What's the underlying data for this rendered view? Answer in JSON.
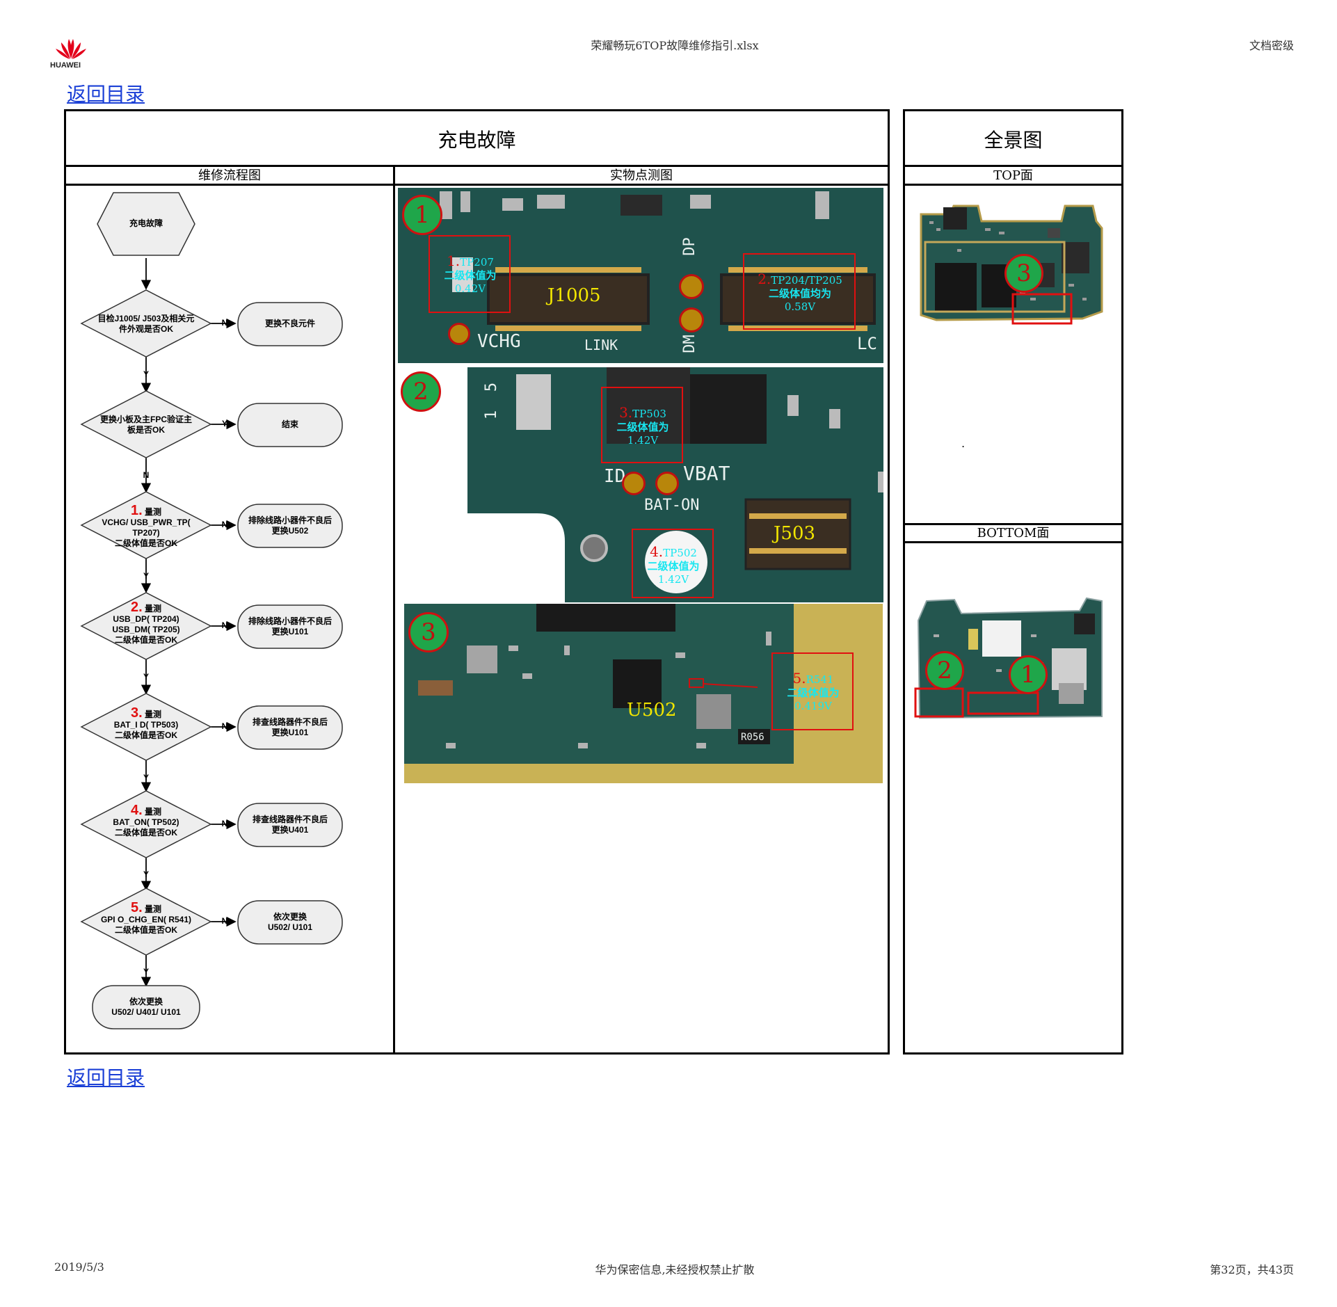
{
  "header": {
    "logo_text": "HUAWEI",
    "doc_title": "荣耀畅玩6TOP故障维修指引.xlsx",
    "security_level": "文档密级"
  },
  "nav": {
    "back_link_top": "返回目录",
    "back_link_bottom": "返回目录"
  },
  "main": {
    "title": "充电故障",
    "flow_header": "维修流程图",
    "photo_header": "实物点测图"
  },
  "overview": {
    "title": "全景图",
    "top_label": "TOP面",
    "bottom_label": "BOTTOM面",
    "top_marker": "3",
    "bottom_markers": [
      "2",
      "1"
    ],
    "dot": "."
  },
  "flowchart": {
    "start": "充电故障",
    "decisions": [
      {
        "num": "",
        "lines": [
          "目检J1005/ J503及相关元",
          "件外观是否OK"
        ]
      },
      {
        "num": "",
        "lines": [
          "更换小板及主FPC验证主",
          "板是否OK"
        ]
      },
      {
        "num": "1.",
        "word": "量测",
        "lines": [
          "VCHG/ USB_PWR_TP( TP207)",
          "二级体值是否OK"
        ]
      },
      {
        "num": "2.",
        "word": "量测",
        "lines": [
          "USB_DP( TP204)",
          "USB_DM( TP205)",
          "二级体值是否OK"
        ]
      },
      {
        "num": "3.",
        "word": "量测",
        "lines": [
          "BAT_I D( TP503)",
          "二级体值是否OK"
        ]
      },
      {
        "num": "4.",
        "word": "量测",
        "lines": [
          "BAT_ON( TP502)",
          "二级体值是否OK"
        ]
      },
      {
        "num": "5.",
        "word": "量测",
        "lines": [
          "GPI O_CHG_EN( R541)",
          "二级体值是否OK"
        ]
      }
    ],
    "actions": [
      [
        "更换不良元件"
      ],
      [
        "结束"
      ],
      [
        "排除线路小器件不良后",
        "更换U502"
      ],
      [
        "排除线路小器件不良后",
        "更换U101"
      ],
      [
        "排查线路器件不良后",
        "更换U101"
      ],
      [
        "排查线路器件不良后",
        "更换U401"
      ],
      [
        "依次更换",
        "U502/ U101"
      ]
    ],
    "side_labels": [
      "N",
      "Y",
      "N",
      "N",
      "N",
      "N",
      "N"
    ],
    "down_labels": [
      "Y",
      "N",
      "Y",
      "Y",
      "Y",
      "Y",
      "Y"
    ],
    "end": [
      "依次更换",
      "U502/ U401/ U101"
    ]
  },
  "photos": {
    "p1": {
      "marker": "1",
      "connector": "J1005",
      "silk": [
        "VCHG",
        "LINK",
        "DP",
        "DM",
        "LC"
      ],
      "m1": {
        "num": "1.",
        "tp": "TP207",
        "lines": [
          "二级体值为",
          "0.42V"
        ]
      },
      "m2": {
        "num": "2.",
        "tp": "TP204/TP205",
        "lines": [
          "二级体值均为",
          "0.58V"
        ]
      }
    },
    "p2": {
      "marker": "2",
      "connector": "J503",
      "silk": [
        "ID",
        "VBAT",
        "BAT-ON",
        "5",
        "1"
      ],
      "m3": {
        "num": "3.",
        "tp": "TP503",
        "lines": [
          "二级体值为",
          "1.42V"
        ]
      },
      "m4": {
        "num": "4.",
        "tp": "TP502",
        "lines": [
          "二级体值为",
          "1.42V"
        ]
      }
    },
    "p3": {
      "marker": "3",
      "chip": "U502",
      "resistor": "R056",
      "m5": {
        "num": "5.",
        "tp": "R541",
        "lines": [
          "二级体值为",
          "0.419V"
        ]
      }
    }
  },
  "footer": {
    "date": "2019/5/3",
    "notice": "华为保密信息,未经授权禁止扩散",
    "page": "第32页，共43页"
  },
  "colors": {
    "link": "#1a3fd6",
    "marker_fill": "#1fa64a",
    "marker_border": "#d01010",
    "reading": "#18e6f0",
    "connector_label": "#f2e600"
  }
}
